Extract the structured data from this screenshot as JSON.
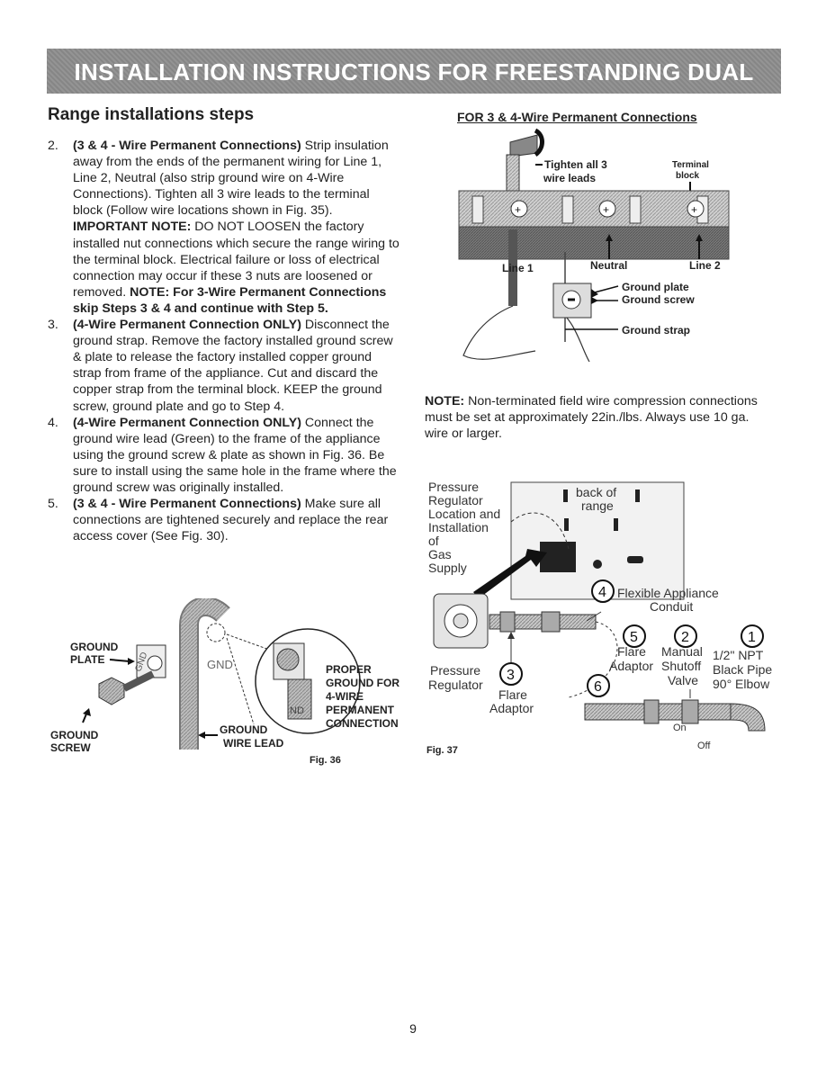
{
  "banner": "INSTALLATION INSTRUCTIONS FOR FREESTANDING DUAL FUEL",
  "left_heading": "Range installations steps",
  "right_heading": "FOR 3 & 4-Wire Permanent Connections",
  "steps": [
    {
      "num": "2.",
      "bold": "(3 & 4 - Wire Permanent Connections)",
      "text": " Strip insulation away from the ends of the permanent wiring for Line 1, Line 2, Neutral (also strip ground wire on 4-Wire Connections). Tighten all 3 wire leads to the terminal block (Follow wire locations shown in Fig. 35). ",
      "bold2": "IMPORTANT NOTE:",
      "text2": " DO NOT LOOSEN the factory installed nut connections which secure the range wiring to the terminal block. Electrical failure or loss of electrical connection may occur if these 3 nuts are loosened or removed. ",
      "bold3": "NOTE: For 3-Wire Permanent Connections skip Steps 3 & 4 and continue with Step 5."
    },
    {
      "num": "3.",
      "bold": "(4-Wire Permanent Connection ONLY)",
      "text": " Disconnect the ground strap. Remove the factory installed ground screw & plate to release the factory installed copper ground strap from frame of the appliance. Cut and discard the copper strap from the terminal block. KEEP the ground screw, ground plate and go to Step 4."
    },
    {
      "num": "4.",
      "bold": "(4-Wire Permanent Connection ONLY)",
      "text": " Connect the ground wire lead (Green) to the frame of the appliance using the ground screw & plate as shown in Fig. 36. Be sure to install using the same hole in the frame where the ground screw was originally installed."
    },
    {
      "num": "5.",
      "bold": "(3 & 4 - Wire Permanent Connections)",
      "text": " Make sure all connections are tightened securely and replace the rear access cover (See Fig. 30)."
    }
  ],
  "note": {
    "bold": "NOTE:",
    "text": " Non-terminated field wire compression connections must be set at approximately 22in./lbs. Always use 10 ga. wire or larger."
  },
  "fig35": {
    "tighten": "Tighten all 3",
    "wire_leads": "wire leads",
    "terminal": "Terminal",
    "block": "block",
    "line1": "Line 1",
    "neutral": "Neutral",
    "line2": "Line 2",
    "ground_plate": "Ground plate",
    "ground_screw": "Ground screw",
    "ground_strap": "Ground strap"
  },
  "fig36": {
    "ground_plate_1": "GROUND",
    "ground_plate_2": "PLATE",
    "ground_screw_1": "GROUND",
    "ground_screw_2": "SCREW",
    "gnd": "GND",
    "nd": "ND",
    "ground_wire_1": "GROUND",
    "ground_wire_2": "WIRE LEAD",
    "proper_1": "PROPER",
    "proper_2": "GROUND FOR",
    "proper_3": "4-WIRE",
    "proper_4": "PERMANENT",
    "proper_5": "CONNECTION",
    "caption": "Fig. 36"
  },
  "fig37": {
    "pr_loc": [
      "Pressure",
      "Regulator",
      "Location and",
      "Installation",
      "of",
      "Gas",
      "Supply"
    ],
    "back1": "back of",
    "back2": "range",
    "n4": "4",
    "flex1": "Flexible Appliance",
    "flex2": "Conduit",
    "n5": "5",
    "n2": "2",
    "n1": "1",
    "flare_a1": "Flare",
    "flare_a2": "Adaptor",
    "manual1": "Manual",
    "manual2": "Shutoff",
    "manual3": "Valve",
    "npt1": "1/2\" NPT",
    "npt2": "Black Pipe",
    "npt3": "90° Elbow",
    "pressure1": "Pressure",
    "pressure2": "Regulator",
    "n3": "3",
    "flare3a": "Flare",
    "flare3b": "Adaptor",
    "n6": "6",
    "on": "On",
    "off": "Off",
    "caption": "Fig. 37"
  },
  "page_number": "9"
}
